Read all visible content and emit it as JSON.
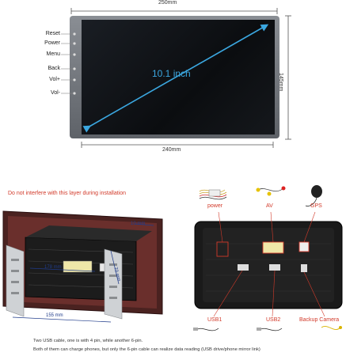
{
  "top": {
    "width_top": "250mm",
    "width_bottom": "240mm",
    "height_side": "145mm",
    "diagonal": "10.1 inch",
    "side_buttons": [
      "Reset",
      "Power",
      "Menu",
      "Back",
      "Vol+",
      "Vol-"
    ]
  },
  "bottom_left": {
    "warning": "Do not interfere with this layer during installation",
    "dim_10": "10 mm",
    "dim_178": "178 mm",
    "dim_70": "70 mm",
    "dim_155": "155 mm"
  },
  "bottom_right": {
    "labels": {
      "power": "power",
      "av": "AV",
      "gps": "GPS",
      "usb1": "USB1",
      "usb2": "USB2",
      "backup_camera": "Backup Camera"
    }
  },
  "footer": {
    "line1": "Two USB cable, one is with 4 pin, while another 6-pin.",
    "line2": "Both of them can charge phones, but only the 6-pin cable can realize data reading (USB drive/phone mirror link)"
  },
  "colors": {
    "screen_bg": "#0f1216",
    "bezel": "#6b6f75",
    "red": "#d23a2a",
    "blue": "#1f3b8a",
    "diag": "#3ba7e0"
  }
}
